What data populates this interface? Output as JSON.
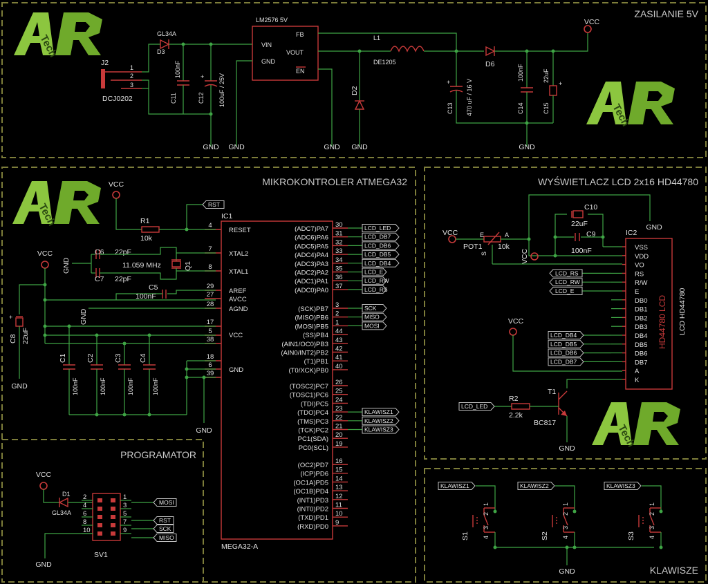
{
  "sections": {
    "power": "ZASILANIE 5V",
    "mcu": "MIKROKONTROLER ATMEGA32",
    "lcd": "WYŚWIETLACZ LCD 2x16 HD44780",
    "programmer": "PROGRAMATOR",
    "keys": "KLAWISZE"
  },
  "logo": {
    "letters": "AR",
    "sub": "Tech",
    "color_light": "#8cc63f",
    "color_dark": "#6faa2b"
  },
  "colors": {
    "wire": "#3fa545",
    "symbol": "#c83a3a",
    "frame": "#7d7d3a",
    "text": "#d9d9d9"
  },
  "power": {
    "regulator": "LM2576 5V",
    "reg_pins": [
      "VIN",
      "GND",
      "FB",
      "VOUT",
      "EN"
    ],
    "connector": "J2",
    "connector_part": "DCJ0202",
    "connector_pins": [
      "1",
      "2",
      "3"
    ],
    "d3": "D3",
    "d3_part": "GL34A",
    "c11": "C11",
    "c11_val": "100nF",
    "c12": "C12",
    "c12_val": "100uF / 25V",
    "d2": "D2",
    "l1": "L1",
    "l1_part": "DE1205",
    "c13": "C13",
    "c13_val": "470 uF / 16 V",
    "d6": "D6",
    "c14": "C14",
    "c14_val": "100nF",
    "c15": "C15",
    "c15_val": "22uF",
    "vcc": "VCC",
    "gnd": "GND"
  },
  "mcu": {
    "ic": "IC1",
    "part": "MEGA32-A",
    "left_pins": [
      {
        "name": "RESET",
        "num": "4"
      },
      {
        "name": "XTAL2",
        "num": "7"
      },
      {
        "name": "XTAL1",
        "num": "8"
      },
      {
        "name": "AREF",
        "num": "29"
      },
      {
        "name": "AVCC",
        "num": "27"
      },
      {
        "name": "AGND",
        "num": "28"
      },
      {
        "name": "",
        "num": "17"
      },
      {
        "name": "VCC",
        "num": "5"
      },
      {
        "name": "",
        "num": "38"
      },
      {
        "name": "",
        "num": "18"
      },
      {
        "name": "GND",
        "num": "6"
      },
      {
        "name": "",
        "num": "39"
      }
    ],
    "right_pins": [
      {
        "name": "(ADC7)PA7",
        "num": "30",
        "net": "LCD_LED"
      },
      {
        "name": "(ADC6)PA6",
        "num": "31",
        "net": "LCD_DB7"
      },
      {
        "name": "(ADC5)PA5",
        "num": "32",
        "net": "LCD_DB6"
      },
      {
        "name": "(ADC4)PA4",
        "num": "33",
        "net": "LCD_DB5"
      },
      {
        "name": "(ADC3)PA3",
        "num": "34",
        "net": "LCD_DB4"
      },
      {
        "name": "(ADC2)PA2",
        "num": "35",
        "net": "LCD_E"
      },
      {
        "name": "(ADC1)PA1",
        "num": "36",
        "net": "LCD_RW"
      },
      {
        "name": "(ADC0)PA0",
        "num": "37",
        "net": "LCD_RS"
      },
      {
        "name": "(SCK)PB7",
        "num": "3",
        "net": "SCK"
      },
      {
        "name": "(MISO)PB6",
        "num": "2",
        "net": "MISO"
      },
      {
        "name": "(MOSI)PB5",
        "num": "1",
        "net": "MOSI"
      },
      {
        "name": "(SS)PB4",
        "num": "44",
        "net": ""
      },
      {
        "name": "(AIN1/OC0)PB3",
        "num": "43",
        "net": ""
      },
      {
        "name": "(AIN0/INT2)PB2",
        "num": "42",
        "net": ""
      },
      {
        "name": "(T1)PB1",
        "num": "41",
        "net": ""
      },
      {
        "name": "(T0/XCK)PB0",
        "num": "40",
        "net": ""
      },
      {
        "name": "(TOSC2)PC7",
        "num": "26",
        "net": ""
      },
      {
        "name": "(TOSC1)PC6",
        "num": "25",
        "net": ""
      },
      {
        "name": "(TDI)PC5",
        "num": "24",
        "net": ""
      },
      {
        "name": "(TDO)PC4",
        "num": "23",
        "net": "KLAWISZ1"
      },
      {
        "name": "(TMS)PC3",
        "num": "22",
        "net": "KLAWISZ2"
      },
      {
        "name": "(TCK)PC2",
        "num": "21",
        "net": "KLAWISZ3"
      },
      {
        "name": "PC1(SDA)",
        "num": "20",
        "net": ""
      },
      {
        "name": "PC0(SCL)",
        "num": "19",
        "net": ""
      },
      {
        "name": "(OC2)PD7",
        "num": "16",
        "net": ""
      },
      {
        "name": "(ICP)PD6",
        "num": "15",
        "net": ""
      },
      {
        "name": "(OC1A)PD5",
        "num": "14",
        "net": ""
      },
      {
        "name": "(OC1B)PD4",
        "num": "13",
        "net": ""
      },
      {
        "name": "(INT1)PD3",
        "num": "12",
        "net": ""
      },
      {
        "name": "(INT0)PD2",
        "num": "11",
        "net": ""
      },
      {
        "name": "(TXD)PD1",
        "num": "10",
        "net": ""
      },
      {
        "name": "(RXD)PD0",
        "num": "9",
        "net": ""
      }
    ],
    "rst_net": "RST",
    "r1": "R1",
    "r1_val": "10k",
    "c6": "C6",
    "c6_val": "22pF",
    "c7": "C7",
    "c7_val": "22pF",
    "crystal": "Q1",
    "crystal_val": "11.059 MHz",
    "c5": "C5",
    "c5_val": "100nF",
    "c8": "C8",
    "c8_val": "22uF",
    "caps": [
      {
        "name": "C1",
        "val": "100nF"
      },
      {
        "name": "C2",
        "val": "100nF"
      },
      {
        "name": "C3",
        "val": "100nF"
      },
      {
        "name": "C4",
        "val": "100nF"
      }
    ],
    "vcc": "VCC",
    "gnd": "GND"
  },
  "lcd": {
    "ic": "IC2",
    "part": "LCD HD44780",
    "inner_label": "HD44780 LCD",
    "pins": [
      "VSS",
      "VDD",
      "VO",
      "RS",
      "R/W",
      "E",
      "DB0",
      "DB1",
      "DB2",
      "DB3",
      "DB4",
      "DB5",
      "DB6",
      "DB7",
      "A",
      "K"
    ],
    "rs_nets": [
      "LCD_RS",
      "LCD_RW",
      "LCD_E"
    ],
    "db_nets": [
      "LCD_DB4",
      "LCD_DB5",
      "LCD_DB6",
      "LCD_DB7"
    ],
    "c10": "C10",
    "c10_val": "22uF",
    "c9": "C9",
    "c9_val": "100nF",
    "pot": "POT1",
    "pot_val": "10k",
    "pot_pins": [
      "E",
      "A",
      "S"
    ],
    "r2": "R2",
    "r2_val": "2.2k",
    "t1": "T1",
    "t1_part": "BC817",
    "led_net": "LCD_LED",
    "vcc": "VCC",
    "gnd": "GND"
  },
  "programmer": {
    "d1": "D1",
    "d1_part": "GL34A",
    "connector": "SV1",
    "left_nums": [
      "2",
      "4",
      "6",
      "8",
      "10"
    ],
    "right_nums": [
      "1",
      "3",
      "5",
      "7",
      "9"
    ],
    "nets": {
      "mosi": "MOSI",
      "rst": "RST",
      "sck": "SCK",
      "miso": "MISO"
    },
    "vcc": "VCC",
    "gnd": "GND"
  },
  "keys": {
    "switches": [
      {
        "name": "S1",
        "net": "KLAWISZ1"
      },
      {
        "name": "S2",
        "net": "KLAWISZ2"
      },
      {
        "name": "S3",
        "net": "KLAWISZ3"
      }
    ],
    "pins": [
      "1",
      "2",
      "3",
      "4"
    ],
    "gnd": "GND"
  }
}
